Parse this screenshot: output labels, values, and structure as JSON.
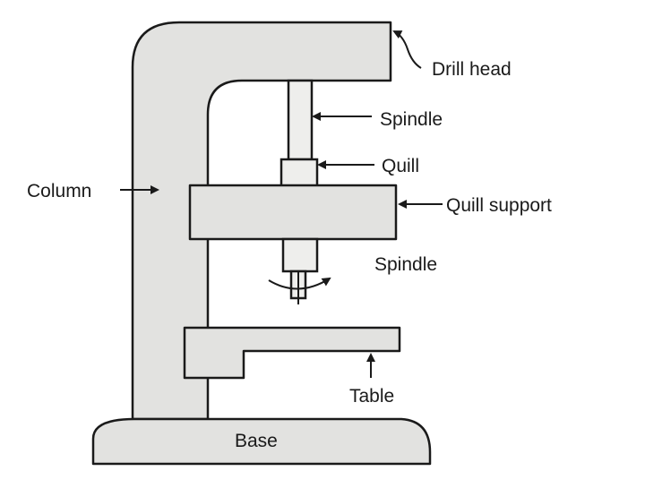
{
  "diagram": {
    "labels": {
      "drill_head": "Drill head",
      "spindle_top": "Spindle",
      "quill": "Quill",
      "column": "Column",
      "quill_support": "Quill support",
      "spindle_bottom": "Spindle",
      "table": "Table",
      "base": "Base"
    }
  }
}
